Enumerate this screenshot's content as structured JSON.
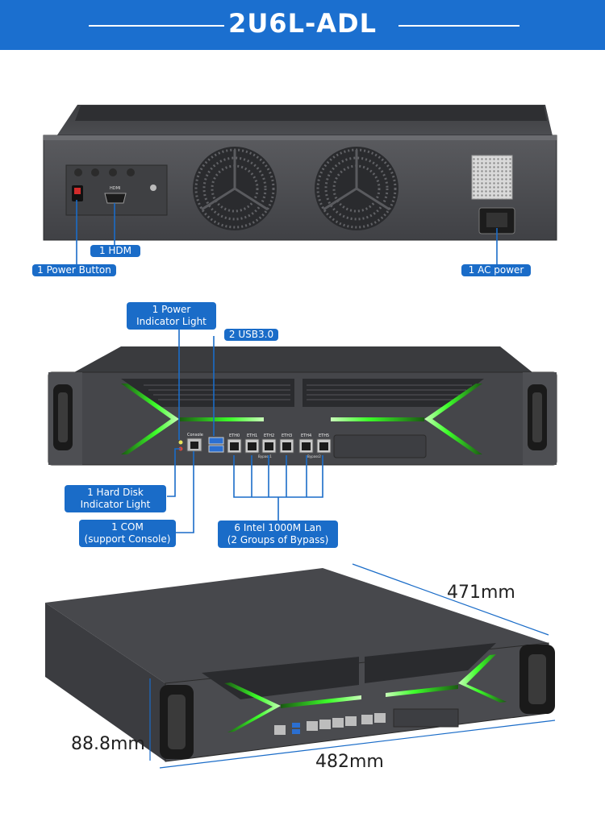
{
  "header": {
    "title": "2U6L-ADL"
  },
  "rear_panel": {
    "hdmi_port_text": "HDMI",
    "callouts": {
      "hdmi": "1 HDM",
      "power_button": "1 Power Button",
      "ac_power": "1 AC power"
    }
  },
  "front_panel": {
    "console_port_text": "Console",
    "eth_labels": [
      "ETH0",
      "ETH1",
      "ETH2",
      "ETH3",
      "ETH4",
      "ETH5"
    ],
    "bypass_labels": [
      "Bypass1",
      "Bypass2"
    ],
    "callouts": {
      "power_light_line1": "1 Power",
      "power_light_line2": "Indicator Light",
      "usb": "2 USB3.0",
      "hdd_light_line1": "1 Hard Disk",
      "hdd_light_line2": "Indicator Light",
      "com_line1": "1 COM",
      "com_line2": "(support Console)",
      "lan_line1": "6 Intel 1000M Lan",
      "lan_line2": "(2 Groups of Bypass)"
    }
  },
  "dimensions": {
    "depth": "471mm",
    "height": "88.8mm",
    "width": "482mm"
  },
  "colors": {
    "brand_blue": "#1b6fcf",
    "callout_blue": "#1a6cc8",
    "chassis": "#4a4b4e",
    "accent_green": "#3dff2a"
  }
}
